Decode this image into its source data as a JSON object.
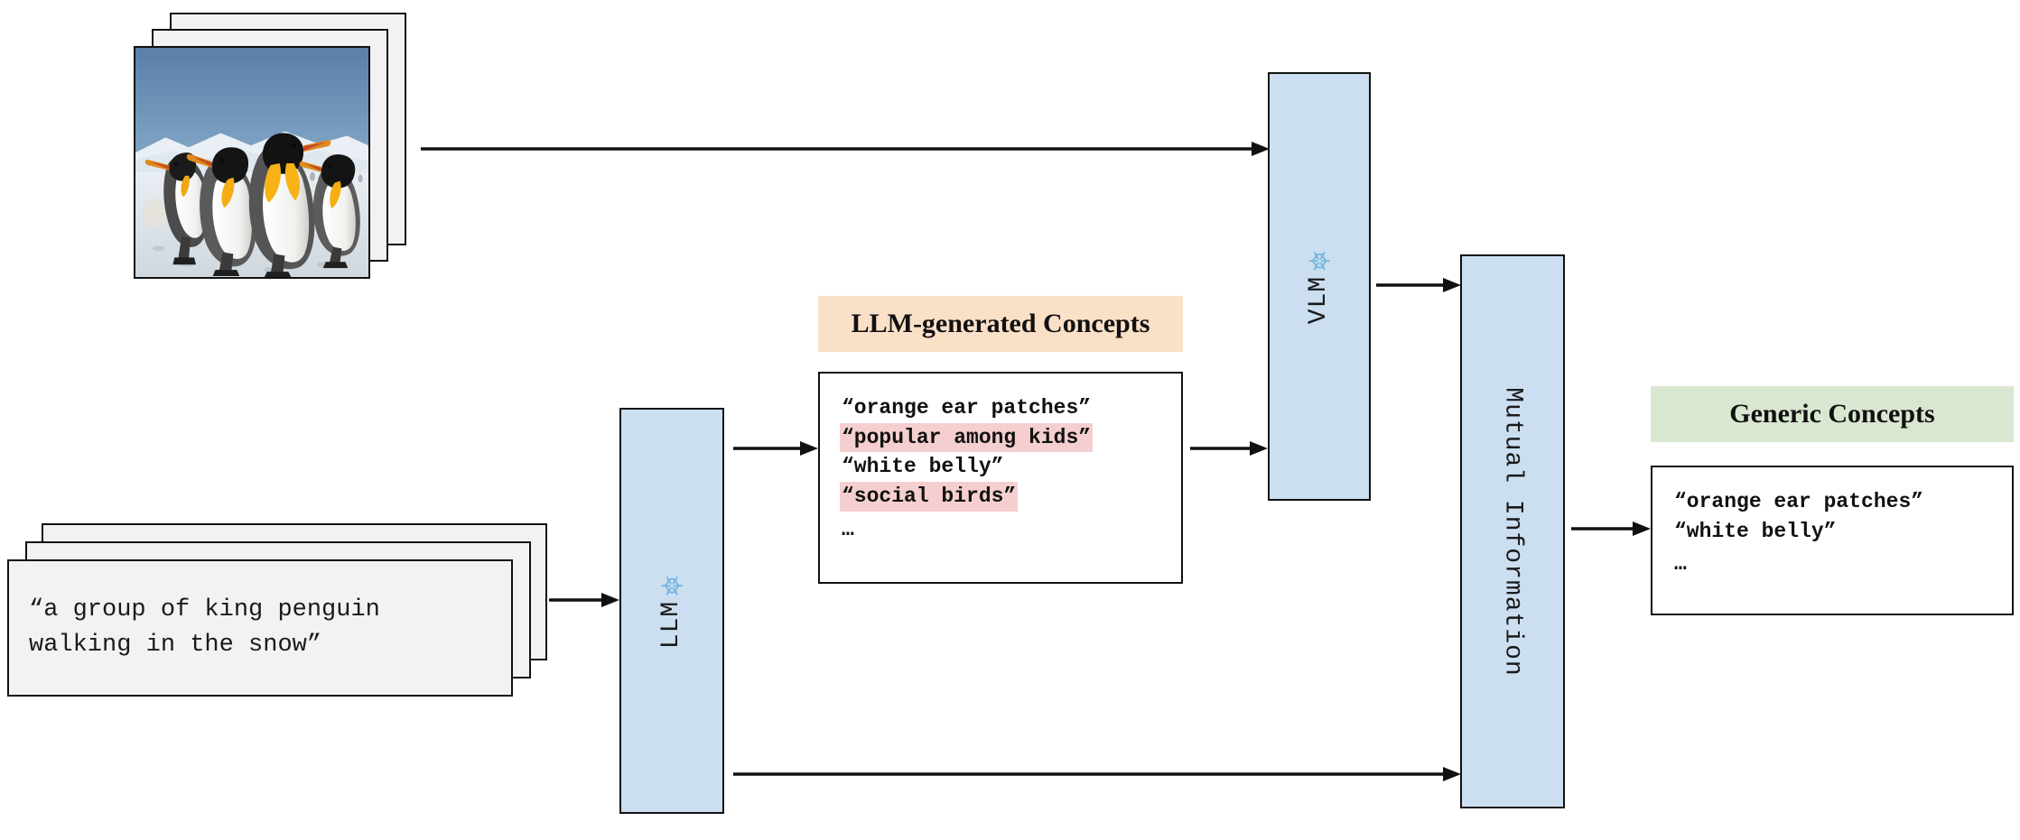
{
  "diagram": {
    "title": "LLM-generated concept filtering via VLM and Mutual Information",
    "colors": {
      "model_box_fill": "#cbdff0",
      "llm_header_fill": "#fbe0c8",
      "generic_header_fill": "#d9e7d0",
      "highlight_fill": "#f5cfcf",
      "card_fill": "#f2f2f2",
      "stroke": "#111111"
    }
  },
  "inputs": {
    "image_stack": {
      "icon": "penguin-photo",
      "alt": "four king penguins walking on snow under a blue sky",
      "count": 3
    },
    "caption_stack": {
      "count": 3,
      "text": "“a group of king penguin\nwalking in the snow”"
    }
  },
  "models": {
    "llm": {
      "label": "LLM",
      "frozen": true,
      "frozen_icon": "snowflake-icon"
    },
    "vlm": {
      "label": "VLM",
      "frozen": true,
      "frozen_icon": "snowflake-icon"
    },
    "mutual_information": {
      "label": "Mutual Information",
      "frozen": false
    }
  },
  "panels": {
    "llm_generated": {
      "header": "LLM-generated Concepts",
      "items": [
        {
          "text": "“orange ear patches”",
          "highlighted": false
        },
        {
          "text": "“popular among kids”",
          "highlighted": true
        },
        {
          "text": "“white belly”",
          "highlighted": false
        },
        {
          "text": "“social birds”",
          "highlighted": true
        }
      ],
      "ellipsis": "…"
    },
    "generic": {
      "header": "Generic Concepts",
      "items": [
        {
          "text": "“orange ear patches”",
          "highlighted": false
        },
        {
          "text": "“white belly”",
          "highlighted": false
        }
      ],
      "ellipsis": "…"
    }
  },
  "arrows": [
    {
      "name": "images-to-vlm",
      "from": "image-stack",
      "to": "vlm-box"
    },
    {
      "name": "captions-to-llm",
      "from": "caption-stack",
      "to": "llm-box"
    },
    {
      "name": "llm-to-llm-concepts",
      "from": "llm-box",
      "to": "llm-concepts-panel"
    },
    {
      "name": "llm-concepts-to-vlm",
      "from": "llm-concepts-panel",
      "to": "vlm-box"
    },
    {
      "name": "vlm-to-mutual-information",
      "from": "vlm-box",
      "to": "mutual-information-box"
    },
    {
      "name": "llm-to-mutual-information",
      "from": "llm-box",
      "to": "mutual-information-box"
    },
    {
      "name": "mi-to-generic-concepts",
      "from": "mutual-information-box",
      "to": "generic-concepts-panel"
    }
  ]
}
